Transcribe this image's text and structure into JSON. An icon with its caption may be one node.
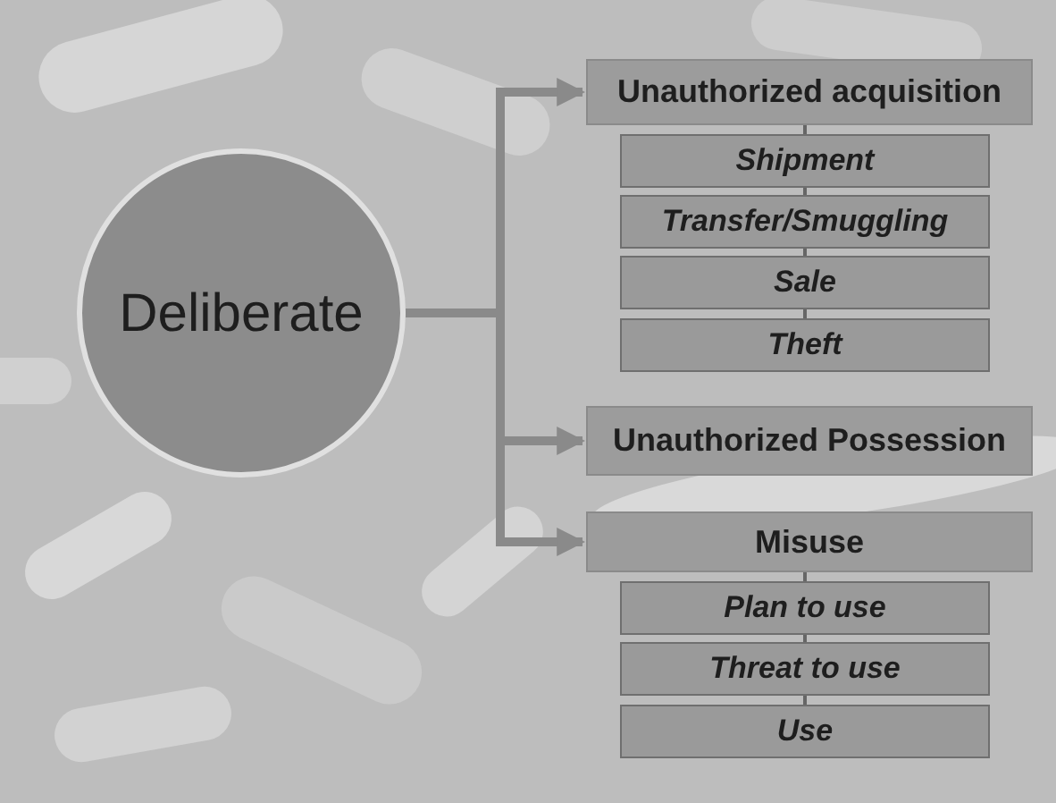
{
  "diagram": {
    "nodes": [
      {
        "text": [
          "Deliberate"
        ]
      },
      {
        "text": [
          "Unauthorized acquisition"
        ]
      },
      {
        "text": [
          "Shipment"
        ]
      },
      {
        "text": [
          "Transfer/Smuggling"
        ]
      },
      {
        "text": [
          "Sale"
        ]
      },
      {
        "text": [
          "Theft"
        ]
      },
      {
        "text": [
          "Unauthorized Possession"
        ]
      },
      {
        "text": [
          "Misuse"
        ]
      },
      {
        "text": [
          "Plan to use"
        ]
      },
      {
        "text": [
          "Threat to use"
        ]
      },
      {
        "text": [
          "Use"
        ]
      }
    ],
    "edges": [
      {
        "from": 0,
        "to": 1,
        "arrow": "to",
        "style": "thick"
      },
      {
        "from": 0,
        "to": 6,
        "arrow": "to",
        "style": "thick"
      },
      {
        "from": 0,
        "to": 7,
        "arrow": "to",
        "style": "thick"
      },
      {
        "from": 1,
        "to": 2,
        "arrow": "none"
      },
      {
        "from": 2,
        "to": 3,
        "arrow": "none"
      },
      {
        "from": 3,
        "to": 4,
        "arrow": "none"
      },
      {
        "from": 4,
        "to": 5,
        "arrow": "none"
      },
      {
        "from": 7,
        "to": 8,
        "arrow": "none"
      },
      {
        "from": 8,
        "to": 9,
        "arrow": "none"
      },
      {
        "from": 9,
        "to": 10,
        "arrow": "none"
      }
    ]
  }
}
